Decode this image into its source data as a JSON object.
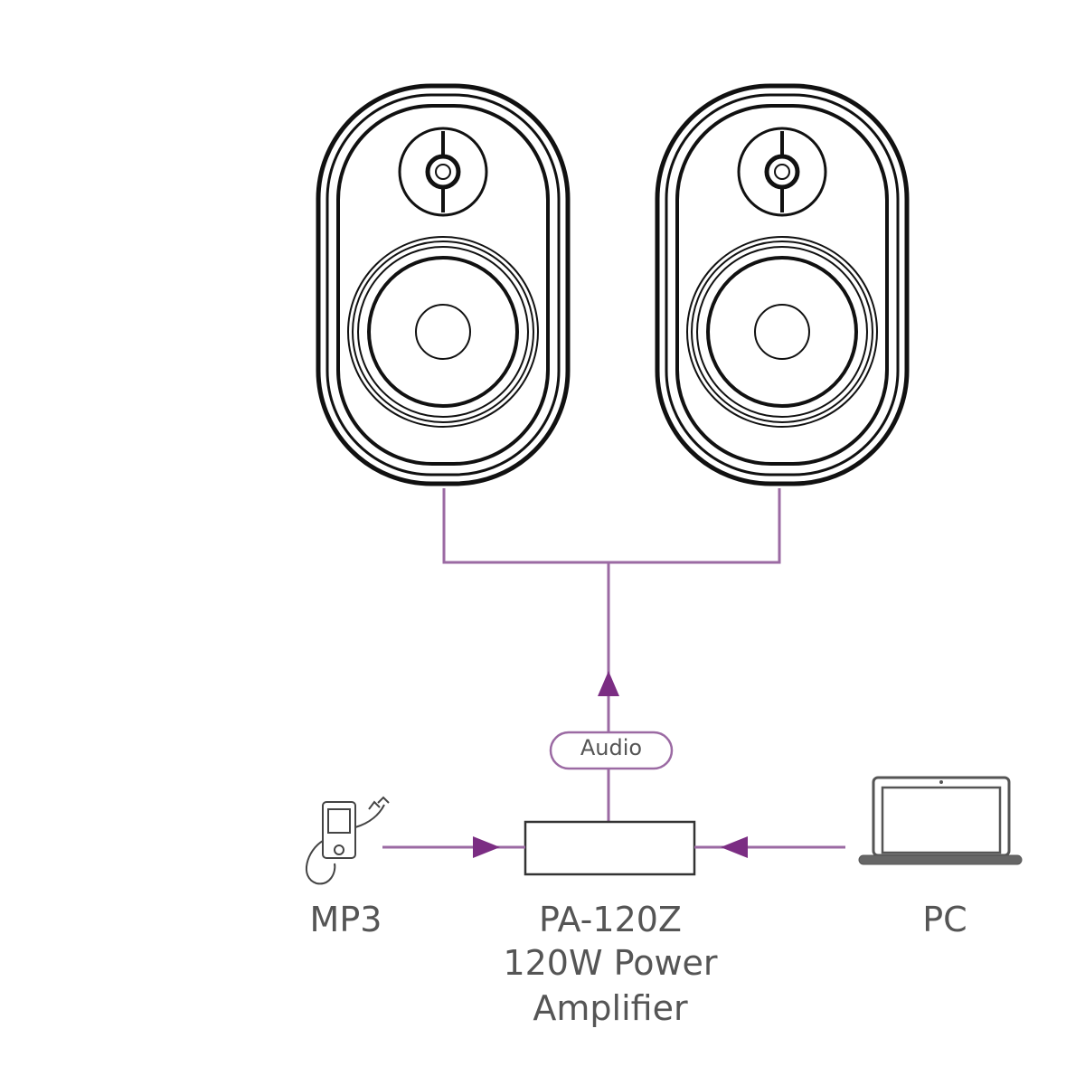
{
  "diagram": {
    "accent_color": "#7a3a85",
    "arrow_color": "#7b2d83",
    "line_color": "#9b6aa3",
    "devices": {
      "speakers": [
        {
          "name": "left-speaker"
        },
        {
          "name": "right-speaker"
        }
      ],
      "mp3": {
        "label": "MP3",
        "icon": "mp3-player-icon"
      },
      "amplifier": {
        "label_line1": "PA-120Z",
        "label_line2": "120W Power",
        "label_line3": "Amplifier"
      },
      "pc": {
        "label": "PC",
        "icon": "laptop-icon"
      }
    },
    "connections": {
      "audio_label": "Audio"
    }
  }
}
